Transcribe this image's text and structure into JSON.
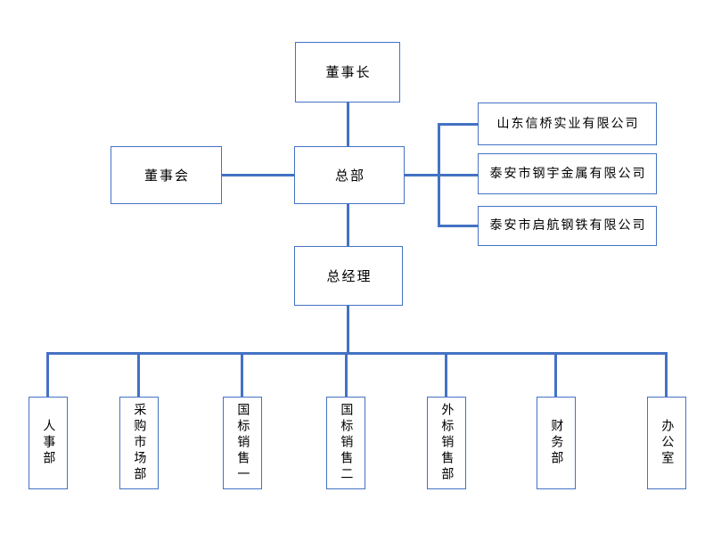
{
  "org": {
    "chairman": "董事长",
    "board": "董事会",
    "headquarters": "总部",
    "general_manager": "总经理",
    "subsidiaries": [
      "山东信桥实业有限公司",
      "泰安市钢宇金属有限公司",
      "泰安市启航钢铁有限公司"
    ],
    "departments": [
      "人事部",
      "采购市场部",
      "国标销售一",
      "国标销售二",
      "外标销售部",
      "财务部",
      "办公室"
    ]
  },
  "colors": {
    "accent": "#4472C4",
    "node_border": "#4472C4",
    "node_fill": "#FFFFFF",
    "text": "#000000",
    "background": "#FFFFFF"
  }
}
